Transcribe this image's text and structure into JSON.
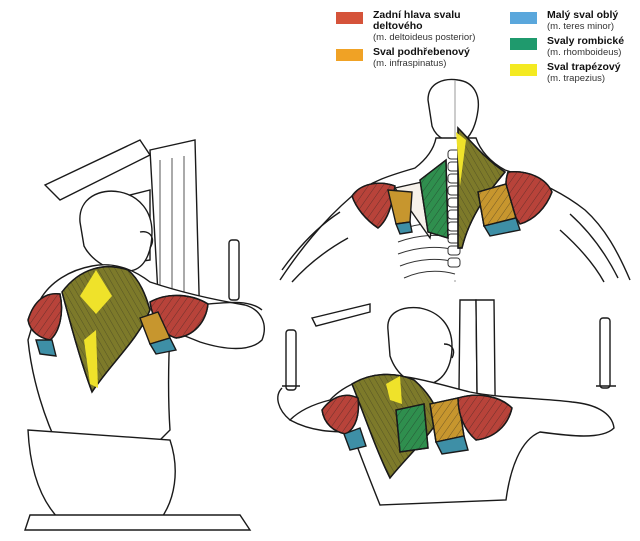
{
  "legend": {
    "left": [
      {
        "name_line1": "Zadní hlava svalu",
        "name_line2": "deltového",
        "latin": "(m. deltoideus posterior)",
        "color": "#d5533a"
      },
      {
        "name_line1": "Sval podhřebenový",
        "name_line2": "",
        "latin": "(m. infraspinatus)",
        "color": "#f0a225"
      }
    ],
    "right": [
      {
        "name_line1": "Malý sval oblý",
        "name_line2": "",
        "latin": "(m. teres minor)",
        "color": "#5aa7dc"
      },
      {
        "name_line1": "Svaly rombické",
        "name_line2": "",
        "latin": "(m. rhomboideus)",
        "color": "#1f9a6d"
      },
      {
        "name_line1": "Sval trapézový",
        "name_line2": "",
        "latin": "(m. trapezius)",
        "color": "#f4ea21"
      }
    ]
  },
  "colors": {
    "deltoid": "#b8433a",
    "infraspinatus": "#c7962e",
    "teres_minor": "#3e8fa6",
    "rhomboid": "#2f8f4e",
    "trapezius": "#7d7a2a",
    "trapezius_highlight": "#efe22a",
    "line": "#1a1a1a"
  },
  "figures": [
    "back-view-anatomy",
    "seated-machine-side-view",
    "standing-machine-rear-view"
  ]
}
